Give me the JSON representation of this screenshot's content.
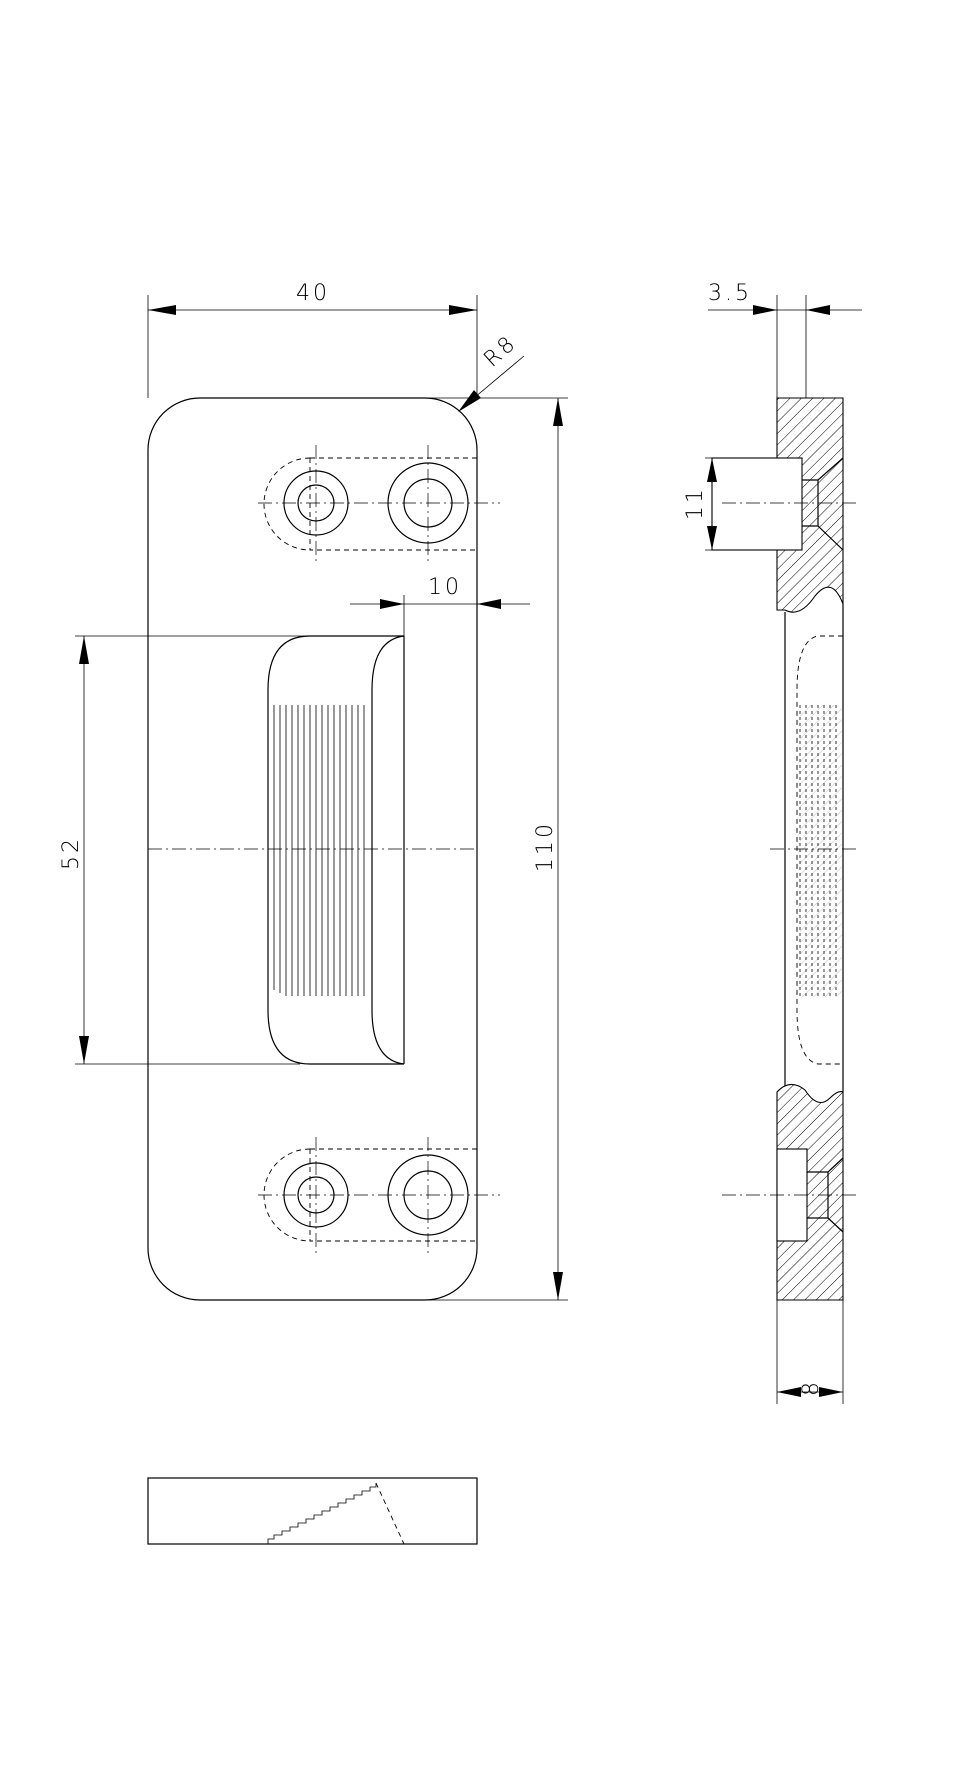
{
  "dimensions": {
    "width": "40",
    "radius": "R8",
    "slot_offset": "10",
    "slot_length": "52",
    "total_length": "110",
    "thickness_top": "3.5",
    "hole_dia": "11",
    "thickness": "8"
  }
}
